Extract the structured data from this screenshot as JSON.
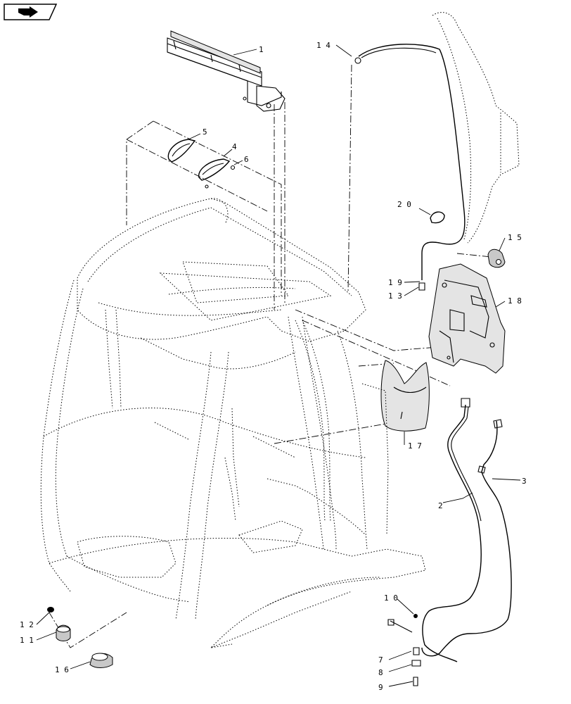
{
  "nav_icon": {
    "name": "arrow-nav-icon"
  },
  "callouts": {
    "c1": "1",
    "c2": "2",
    "c3": "3",
    "c4": "4",
    "c5": "5",
    "c6": "6",
    "c7": "7",
    "c8": "8",
    "c9": "9",
    "c10": "1 0",
    "c11": "1 1",
    "c12": "1 2",
    "c13": "1 3",
    "c14": "1 4",
    "c15": "1 5",
    "c16": "1 6",
    "c17": "1 7",
    "c18": "1 8",
    "c19": "1 9",
    "c20": "2 0"
  }
}
